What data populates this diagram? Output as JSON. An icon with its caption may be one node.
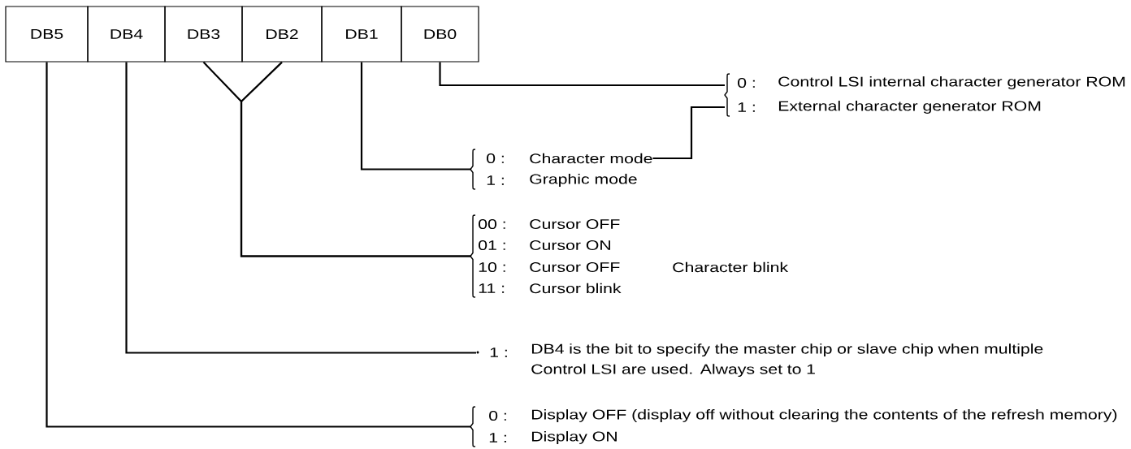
{
  "diagram": {
    "nodes": [
      {
        "text": [
          "DB5"
        ]
      },
      {
        "text": [
          "DB4"
        ]
      },
      {
        "text": [
          "DB3"
        ]
      },
      {
        "text": [
          "DB2"
        ]
      },
      {
        "text": [
          "DB1"
        ]
      },
      {
        "text": [
          "DB0"
        ]
      },
      {
        "text": [
          "0 :",
          "Control LSI internal character generator ROM",
          "1 :",
          "External character generator ROM"
        ]
      },
      {
        "text": [
          "0 :",
          "Character mode",
          "1 :",
          "Graphic mode"
        ]
      },
      {
        "text": [
          "00 :",
          "Cursor OFF",
          "01 :",
          "Cursor ON",
          "10 :",
          "Cursor OFF",
          "Character blink",
          "11 :",
          "Cursor blink"
        ]
      },
      {
        "text": [
          "1 :",
          "DB4 is the bit to specify the master chip or slave chip when multiple Control LSI are used. Always set to 1"
        ]
      },
      {
        "text": [
          "0 :",
          "Display OFF (display off without clearing the contents of the refresh memory)",
          "1 :",
          "Display ON"
        ]
      }
    ],
    "edges": [
      {
        "from": 5,
        "to": 6,
        "arrow": "none"
      },
      {
        "from": 4,
        "to": 7,
        "arrow": "none"
      },
      {
        "from": 2,
        "to": 8,
        "arrow": "none"
      },
      {
        "from": 3,
        "to": 8,
        "arrow": "none"
      },
      {
        "from": 1,
        "to": 9,
        "arrow": "none"
      },
      {
        "from": 0,
        "to": 10,
        "arrow": "none"
      },
      {
        "from": 7,
        "to": 6,
        "arrow": "none"
      }
    ]
  }
}
